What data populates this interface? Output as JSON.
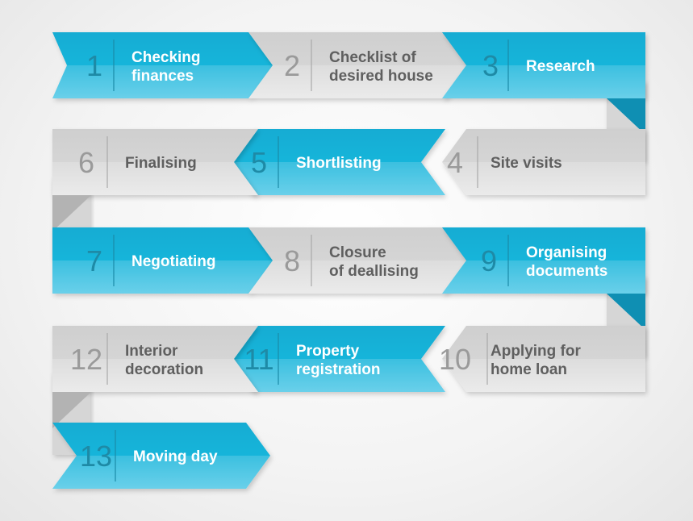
{
  "colors": {
    "blue": "#18b2d6",
    "blue_light": "#5ccbe6",
    "gray": "#d6d6d6",
    "gray_light": "#e7e7e7",
    "fold_gray": "#b3b3b3",
    "fold_blue": "#0f8fb3",
    "label_on_blue": "#ffffff",
    "label_on_gray": "#5f5f5f"
  },
  "steps": [
    {
      "number": "1",
      "lines": [
        "Checking",
        "finances"
      ],
      "color": "blue"
    },
    {
      "number": "2",
      "lines": [
        "Checklist of",
        "desired house"
      ],
      "color": "gray"
    },
    {
      "number": "3",
      "lines": [
        "Research"
      ],
      "color": "blue"
    },
    {
      "number": "4",
      "lines": [
        "Site visits"
      ],
      "color": "gray"
    },
    {
      "number": "5",
      "lines": [
        "Shortlisting"
      ],
      "color": "blue"
    },
    {
      "number": "6",
      "lines": [
        "Finalising"
      ],
      "color": "gray"
    },
    {
      "number": "7",
      "lines": [
        "Negotiating"
      ],
      "color": "blue"
    },
    {
      "number": "8",
      "lines": [
        "Closure",
        "of deallising"
      ],
      "color": "gray"
    },
    {
      "number": "9",
      "lines": [
        "Organising",
        "documents"
      ],
      "color": "blue"
    },
    {
      "number": "10",
      "lines": [
        "Applying for",
        "home loan"
      ],
      "color": "gray"
    },
    {
      "number": "11",
      "lines": [
        "Property",
        "registration"
      ],
      "color": "blue"
    },
    {
      "number": "12",
      "lines": [
        "Interior",
        "decoration"
      ],
      "color": "gray"
    },
    {
      "number": "13",
      "lines": [
        "Moving day"
      ],
      "color": "blue"
    }
  ]
}
